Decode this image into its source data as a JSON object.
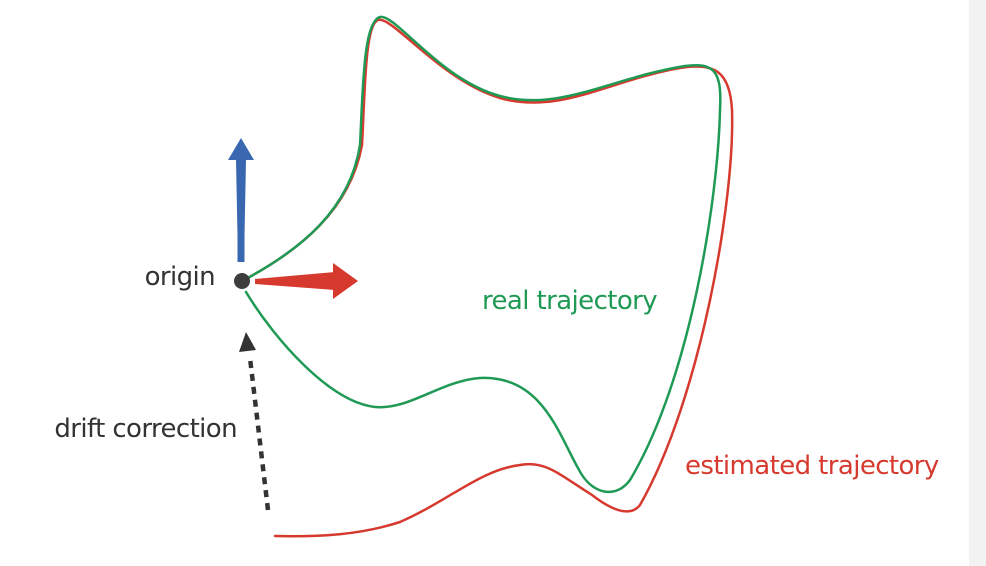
{
  "labels": {
    "origin": "origin",
    "drift_correction": "drift correction",
    "real_trajectory": "real trajectory",
    "estimated_trajectory": "estimated trajectory"
  },
  "colors": {
    "real": "#1f9a55",
    "estimated": "#d63a2f",
    "axis_up": "#3a68b0",
    "axis_right": "#d63a2f",
    "origin_dot": "#3d3d3d",
    "text": "#333333",
    "drift_arrow": "#333333",
    "right_strip": "#f2f2f2"
  }
}
